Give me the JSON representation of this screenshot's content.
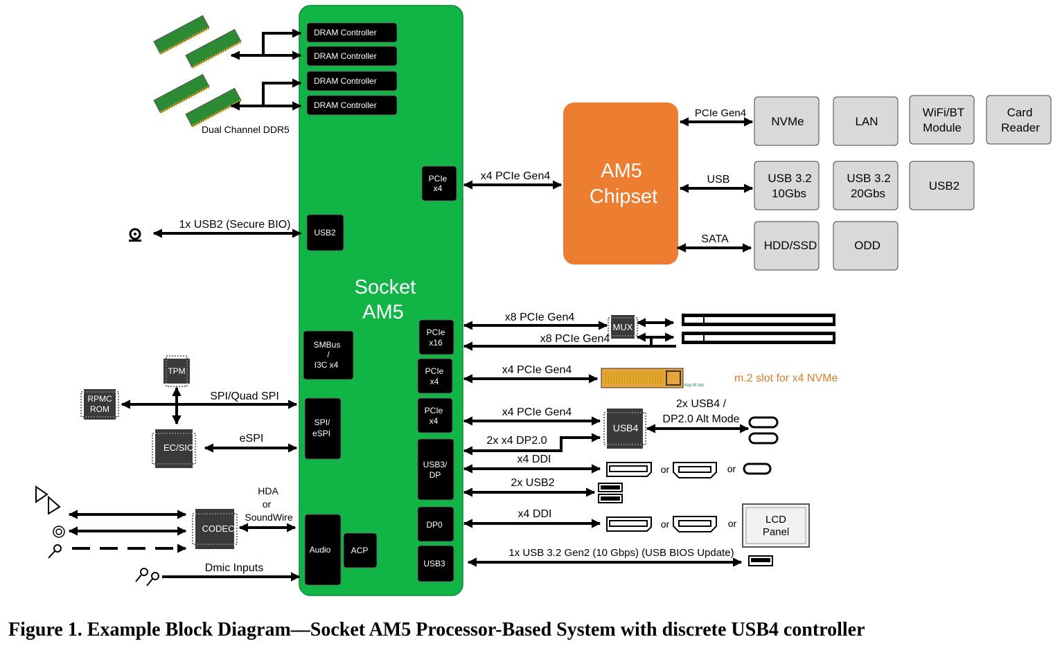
{
  "socket": {
    "line1": "Socket",
    "line2": "AM5"
  },
  "chipset": {
    "line1": "AM5",
    "line2": "Chipset"
  },
  "blocks": {
    "dram1": "DRAM Controller",
    "dram2": "DRAM Controller",
    "dram3": "DRAM Controller",
    "dram4": "DRAM Controller",
    "pcie_x4_top": [
      "PCIe",
      "x4"
    ],
    "usb2": "USB2",
    "smbus": [
      "SMBus",
      "/",
      "I3C x4"
    ],
    "spi": [
      "SPI/",
      "eSPI"
    ],
    "audio": "Audio",
    "acp": "ACP",
    "pcie_x16": [
      "PCIe",
      "x16"
    ],
    "pcie_x4_a": [
      "PCIe",
      "x4"
    ],
    "pcie_x4_b": [
      "PCIe",
      "x4"
    ],
    "usb3dp": [
      "USB3/",
      "DP"
    ],
    "dp0": "DP0",
    "usb3": "USB3"
  },
  "chipset_devices": {
    "nvme": [
      "NVMe"
    ],
    "lan": [
      "LAN"
    ],
    "wifi": [
      "WiFi/BT",
      "Module"
    ],
    "card": [
      "Card",
      "Reader"
    ],
    "usb32_10": [
      "USB 3.2",
      "10Gbs"
    ],
    "usb32_20": [
      "USB 3.2",
      "20Gbs"
    ],
    "usb2": [
      "USB2"
    ],
    "hdd": [
      "HDD/SSD"
    ],
    "odd": [
      "ODD"
    ]
  },
  "links": {
    "pcie_gen4_chip": "PCIe Gen4",
    "usb_chip": "USB",
    "sata_chip": "SATA",
    "x4_pcie_to_chipset": "x4 PCIe Gen4",
    "usb2_secure": "1x USB2 (Secure BIO)",
    "spi_quad": "SPI/Quad SPI",
    "espi": "eSPI",
    "hda_1": "HDA",
    "hda_2": "or",
    "hda_3": "SoundWire",
    "dmic": "Dmic Inputs",
    "x8_a": "x8 PCIe Gen4",
    "x8_b": "x8 PCIe Gen4",
    "x4_m2": "x4 PCIe Gen4",
    "x4_usb4": "x4 PCIe Gen4",
    "dp20": "2x x4 DP2.0",
    "usb4_out_1": "2x USB4 /",
    "usb4_out_2": "DP2.0 Alt Mode",
    "x4_ddi_1": "x4 DDI",
    "usb2_2x": "2x USB2",
    "x4_ddi_2": "x4 DDI",
    "usb32_gen2": "1x USB 3.2 Gen2 (10 Gbps) (USB BIOS Update)",
    "or1": "or",
    "or2": "or",
    "or3": "or",
    "or4": "or"
  },
  "chips": {
    "mux": "MUX",
    "usb4": "USB4",
    "tpm": "TPM",
    "rpmc": [
      "RPMC",
      "ROM"
    ],
    "ecsio": "EC/SIO",
    "codec": "CODEC"
  },
  "labels": {
    "ddr5": "Dual Channel DDR5",
    "m2": "m.2 slot for x4 NVMe",
    "m2_key": "Key M slot",
    "lcd": [
      "LCD",
      "Panel"
    ]
  },
  "caption": "Figure 1. Example Block Diagram—Socket AM5 Processor-Based System with discrete USB4 controller",
  "colors": {
    "socket": "#10b545",
    "chipset": "#ed7d31",
    "device": "#d9d9d9",
    "m2_text": "#e07b2c"
  }
}
